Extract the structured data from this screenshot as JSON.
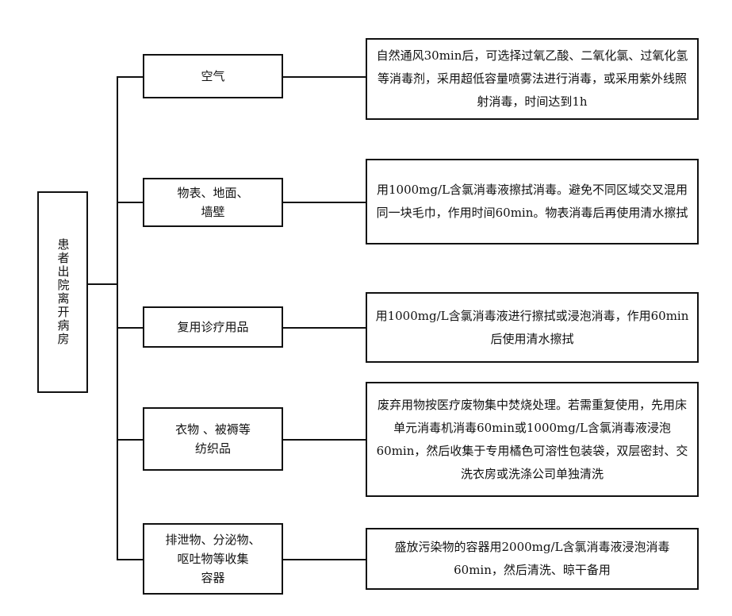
{
  "root": {
    "label": "患者出院离开病房"
  },
  "branches": [
    {
      "category": "空气",
      "description": "自然通风30min后，可选择过氧乙酸、二氧化氯、过氧化氢等消毒剂，采用超低容量喷雾法进行消毒，或采用紫外线照射消毒，时间达到1h"
    },
    {
      "category": "物表、地面、\n墙壁",
      "description": "用1000mg/L含氯消毒液擦拭消毒。避免不同区域交叉混用同一块毛巾，作用时间60min。物表消毒后再使用清水擦拭"
    },
    {
      "category": "复用诊疗用品",
      "description": "用1000mg/L含氯消毒液进行擦拭或浸泡消毒，作用60min后使用清水擦拭"
    },
    {
      "category": "衣物 、被褥等\n纺织品",
      "description": "废弃用物按医疗废物集中焚烧处理。若需重复使用，先用床单元消毒机消毒60min或1000mg/L含氯消毒液浸泡60min，然后收集于专用橘色可溶性包装袋，双层密封、交洗衣房或洗涤公司单独清洗"
    },
    {
      "category": "排泄物、分泌物、\n呕吐物等收集\n容器",
      "description": "盛放污染物的容器用2000mg/L含氯消毒液浸泡消毒60min，然后清洗、晾干备用"
    }
  ]
}
